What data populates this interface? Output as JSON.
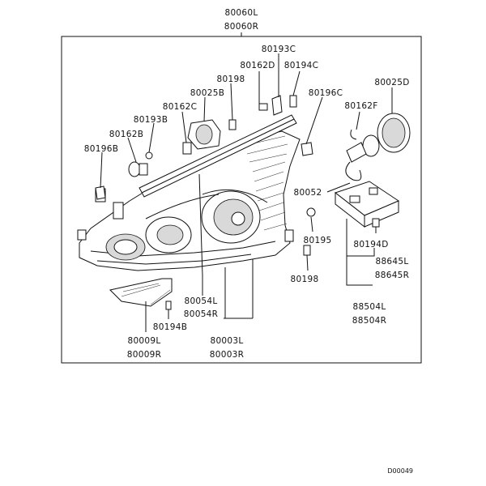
{
  "diagram": {
    "figure_code": "D00049",
    "labels": {
      "assembly_left": "80060L",
      "assembly_right": "80060R",
      "bracket_c": "80193C",
      "bulb_d": "80162D",
      "screw_c": "80194C",
      "screw_198_top": "80198",
      "cap_b": "80025B",
      "socket_c": "80162C",
      "bracket_b": "80193B",
      "bulb_b": "80162B",
      "cover_b": "80196B",
      "cover_c": "80196C",
      "cap_d": "80025D",
      "bulb_f": "80162F",
      "harness": "80052",
      "bolt_195": "80195",
      "screw_198_bottom": "80198",
      "screw_d": "80194D",
      "unit_l": "88645L",
      "unit_r": "88645R",
      "ballast_l": "88504L",
      "ballast_r": "88504R",
      "strip_l": "80054L",
      "strip_r": "80054R",
      "bracket_l": "80009L",
      "bracket_r": "80009R",
      "screw_b": "80194B",
      "lens_l": "80003L",
      "lens_r": "80003R"
    }
  }
}
